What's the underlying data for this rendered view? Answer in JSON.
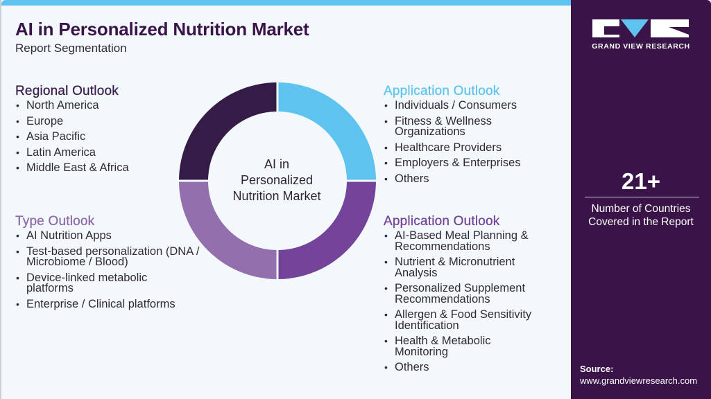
{
  "header": {
    "title": "AI in Personalized Nutrition Market",
    "subtitle": "Report Segmentation"
  },
  "colors": {
    "accent_blue": "#5ec4ef",
    "dark_purple": "#3a1448",
    "mid_purple": "#74449a",
    "light_purple": "#8f6aa9",
    "background": "#f3f8fb"
  },
  "donut": {
    "center_label_lines": [
      "AI in",
      "Personalized",
      "Nutrition Market"
    ],
    "segments": [
      {
        "name": "Application Outlook",
        "color": "#5ec4ef",
        "quadrant": "top-right"
      },
      {
        "name": "Application Outlook (2)",
        "color": "#74449a",
        "quadrant": "bottom-right"
      },
      {
        "name": "Type Outlook",
        "color": "#9370ad",
        "quadrant": "bottom-left"
      },
      {
        "name": "Regional Outlook",
        "color": "#341c47",
        "quadrant": "top-left"
      }
    ]
  },
  "sections": {
    "regional": {
      "heading": "Regional Outlook",
      "items": [
        "North America",
        "Europe",
        "Asia Pacific",
        "Latin America",
        "Middle East & Africa"
      ]
    },
    "type": {
      "heading": "Type Outlook",
      "items": [
        "AI Nutrition Apps",
        "Test-based personalization (DNA / Microbiome / Blood)",
        "Device-linked metabolic platforms",
        "Enterprise / Clinical platforms"
      ]
    },
    "application_end_use": {
      "heading": "Application Outlook",
      "items": [
        "Individuals / Consumers",
        "Fitness & Wellness Organizations",
        "Healthcare Providers",
        "Employers & Enterprises",
        "Others"
      ]
    },
    "application_function": {
      "heading": "Application Outlook",
      "items": [
        "AI-Based Meal Planning & Recommendations",
        "Nutrient & Micronutrient Analysis",
        "Personalized Supplement Recommendations",
        "Allergen & Food Sensitivity Identification",
        "Health & Metabolic Monitoring",
        "Others"
      ]
    }
  },
  "sidebar": {
    "brand": "GRAND VIEW RESEARCH",
    "stat_value": "21+",
    "stat_label": "Number of Countries Covered in the Report",
    "source_label": "Source:",
    "source_url": "www.grandviewresearch.com"
  }
}
